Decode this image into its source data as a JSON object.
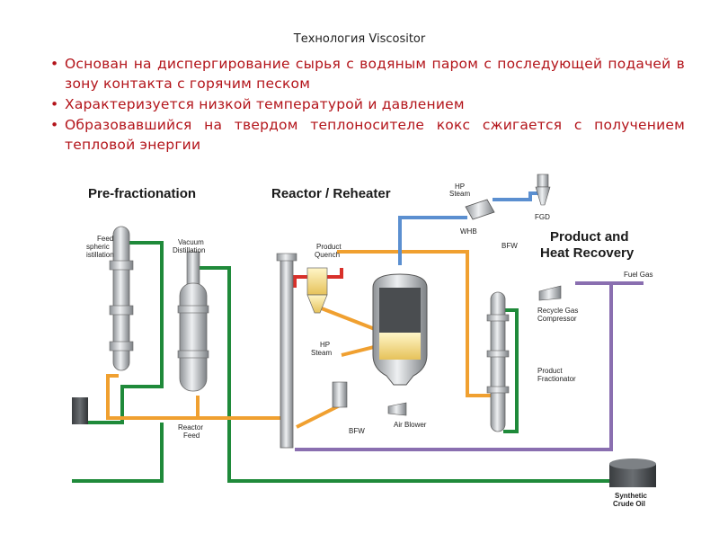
{
  "slide": {
    "title": "Технология Viscositor",
    "bullets": [
      "Основан на диспергирование сырья с водяным паром с последующей подачей в зону контакта с горячим песком",
      "Характеризуется низкой температурой и давлением",
      "Образовавшийся на твердом теплоносителе кокс сжигается с получением тепловой энергии"
    ]
  },
  "diagram": {
    "sections": {
      "pre_fractionation": "Pre-fractionation",
      "reactor_reheater": "Reactor / Reheater",
      "product_heat_recovery_1": "Product and",
      "product_heat_recovery_2": "Heat Recovery"
    },
    "labels": {
      "feed_1": "Feed",
      "feed_2": "spheric",
      "feed_3": "istillation",
      "vacuum_1": "Vacuum",
      "vacuum_2": "Distillation",
      "reactor_feed_1": "Reactor",
      "reactor_feed_2": "Feed",
      "product_quench_1": "Product",
      "product_quench_2": "Quench",
      "hp_steam_top_1": "HP",
      "hp_steam_top_2": "Steam",
      "whb": "WHB",
      "bfw_top": "BFW",
      "fgd": "FGD",
      "hp_steam_mid_1": "HP",
      "hp_steam_mid_2": "Steam",
      "bfw_mid": "BFW",
      "air_blower": "Air Blower",
      "fuel_gas": "Fuel Gas",
      "recycle_1": "Recycle Gas",
      "recycle_2": "Compressor",
      "product_fract_1": "Product",
      "product_fract_2": "Fractionator",
      "synthetic_1": "Synthetic",
      "synthetic_2": "Crude Oil"
    },
    "colors": {
      "green": "#1f8a3a",
      "orange": "#f0a030",
      "purple": "#8a6fb0",
      "blue": "#5b8fd0",
      "red": "#d8302a",
      "vessel": "#c9ccd0"
    }
  }
}
